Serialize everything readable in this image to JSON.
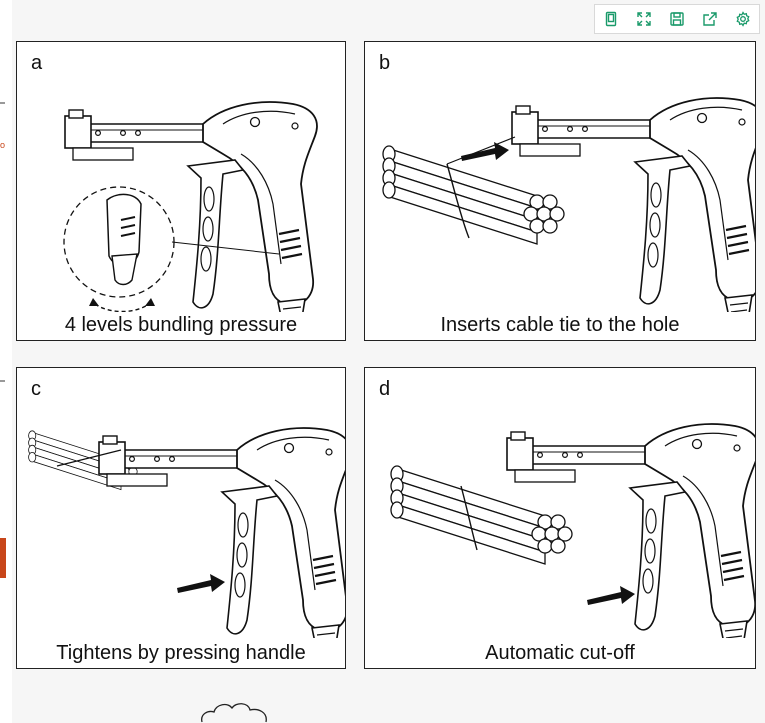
{
  "toolbar": {
    "icons": [
      "tablet-icon",
      "fullscreen-icon",
      "save-icon",
      "share-icon",
      "settings-icon"
    ],
    "accent": "#1a9a6a"
  },
  "panels": [
    {
      "letter": "a",
      "caption": "4 levels bundling pressure"
    },
    {
      "letter": "b",
      "caption": "Inserts cable tie to the hole"
    },
    {
      "letter": "c",
      "caption": "Tightens by pressing handle"
    },
    {
      "letter": "d",
      "caption": "Automatic cut-off"
    }
  ]
}
